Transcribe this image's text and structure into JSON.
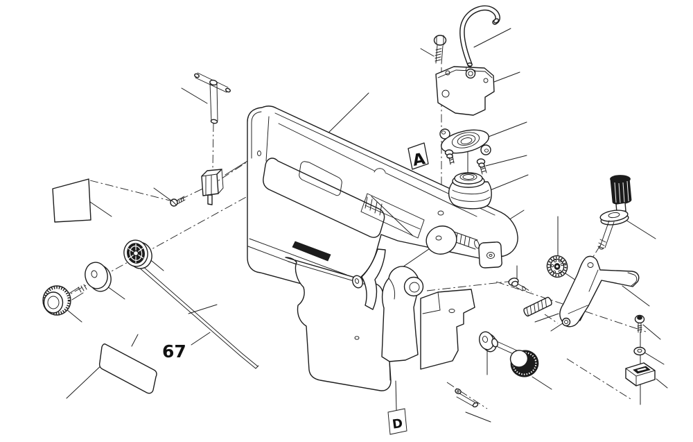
{
  "page": {
    "background": "#ffffff",
    "line_color": "#1c1c1c"
  },
  "diagram": {
    "labels": {
      "view_a": "A",
      "part_67": "67",
      "view_d": "D"
    }
  }
}
